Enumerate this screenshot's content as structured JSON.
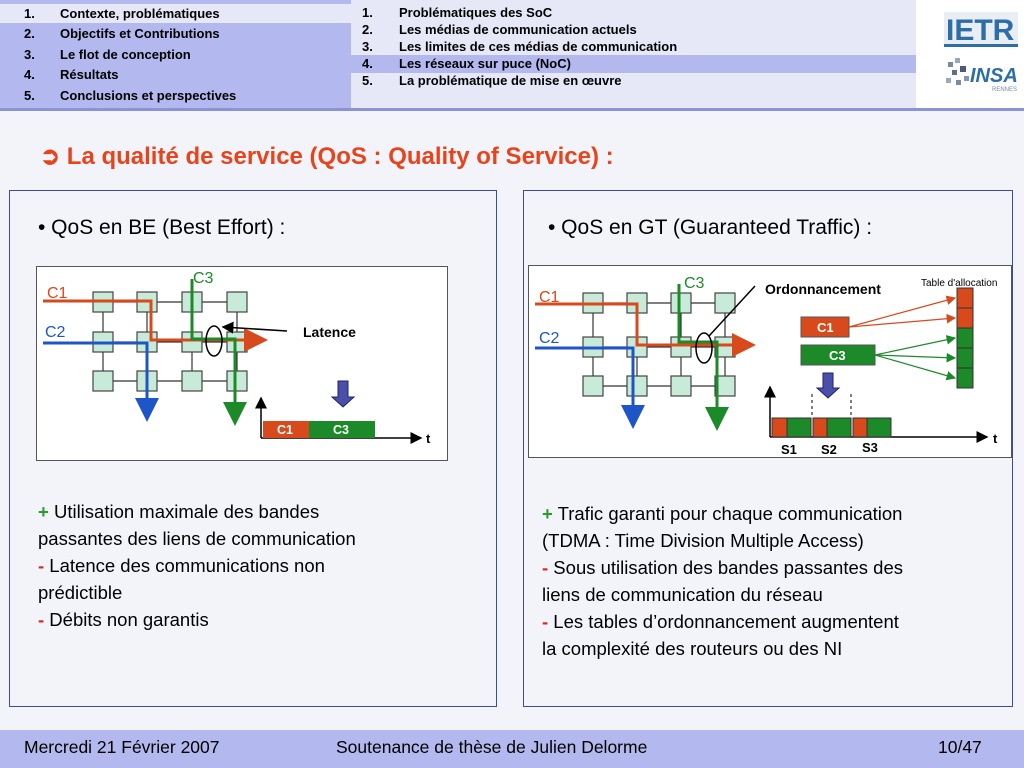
{
  "nav_left": [
    {
      "num": "1.",
      "label": "Contexte, problématiques"
    },
    {
      "num": "2.",
      "label": "Objectifs et Contributions"
    },
    {
      "num": "3.",
      "label": "Le flot de conception"
    },
    {
      "num": "4.",
      "label": "Résultats"
    },
    {
      "num": "5.",
      "label": "Conclusions et perspectives"
    }
  ],
  "nav_right": [
    {
      "num": "1.",
      "label": "Problématiques des SoC"
    },
    {
      "num": "2.",
      "label": "Les médias de communication actuels"
    },
    {
      "num": "3.",
      "label": "Les limites de ces médias de communication"
    },
    {
      "num": "4.",
      "label": "Les réseaux sur puce (NoC)"
    },
    {
      "num": "5.",
      "label": "La problématique de mise en œuvre"
    }
  ],
  "logos": {
    "ietr": "IETR",
    "insa": "INSA",
    "rennes": "RENNES"
  },
  "title": {
    "arrow": "➲",
    "text": "La qualité de service (QoS : Quality of Service) :"
  },
  "left_panel": {
    "heading": "• QoS en BE (Best Effort) :",
    "diagram": {
      "c1": "C1",
      "c2": "C2",
      "c3": "C3",
      "latence": "Latence",
      "slot1": "C1",
      "slot2": "C3",
      "t": "t"
    },
    "lines": [
      {
        "sign": "+",
        "text": " Utilisation maximale des bandes"
      },
      {
        "sign": "",
        "text": "passantes des liens de communication"
      },
      {
        "sign": "-",
        "text": " Latence des communications non"
      },
      {
        "sign": "",
        "text": "prédictible"
      },
      {
        "sign": "-",
        "text": " Débits non garantis"
      }
    ]
  },
  "right_panel": {
    "heading": "• QoS en GT (Guaranteed Traffic) :",
    "diagram": {
      "c1": "C1",
      "c2": "C2",
      "c3": "C3",
      "ordonnancement": "Ordonnancement",
      "table": "Table d'allocation",
      "box_c1": "C1",
      "box_c3": "C3",
      "s1": "S1",
      "s2": "S2",
      "s3": "S3",
      "t": "t"
    },
    "lines": [
      {
        "sign": "+",
        "text": " Trafic garanti pour chaque communication"
      },
      {
        "sign": "",
        "text": "(TDMA : Time Division Multiple Access)"
      },
      {
        "sign": "-",
        "text": " Sous utilisation des bandes passantes des"
      },
      {
        "sign": "",
        "text": "liens de communication du réseau"
      },
      {
        "sign": "-",
        "text": " Les tables d’ordonnancement augmentent"
      },
      {
        "sign": "",
        "text": "la complexité des routeurs ou des NI"
      }
    ]
  },
  "footer": {
    "date": "Mercredi 21 Février 2007",
    "center": "Soutenance de thèse de Julien Delorme",
    "page": "10/47"
  },
  "colors": {
    "c1": "#d8491c",
    "c2": "#1f56c7",
    "c3": "#1d8a2a",
    "title": "#e8441c",
    "nav": "#b3b9ee"
  }
}
